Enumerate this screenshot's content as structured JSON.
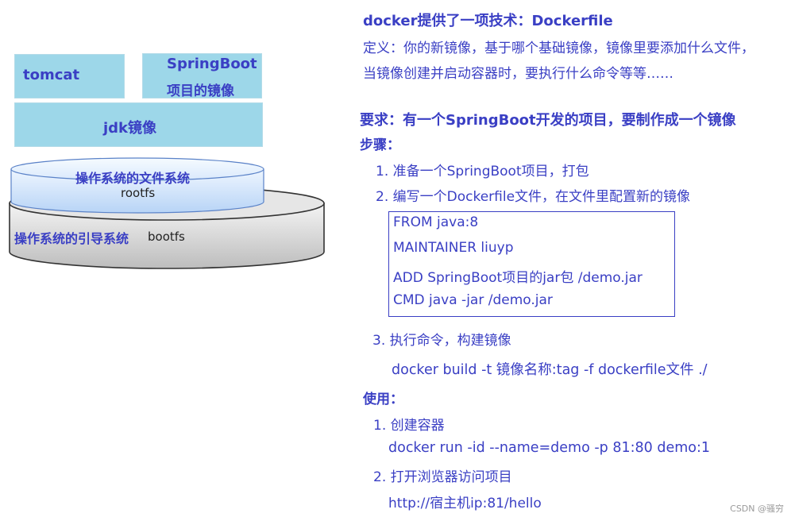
{
  "diagram": {
    "tomcat": "tomcat",
    "springboot_line1": "SpringBoot",
    "springboot_line2": "项目的镜像",
    "jdk": "jdk镜像",
    "fs": "操作系统的文件系统",
    "rootfs": "rootfs",
    "boot": "操作系统的引导系统",
    "bootfs": "bootfs",
    "colors": {
      "box_fill": "#9dd7e9",
      "text_accent": "#3a3fc4",
      "rootfs_fill": "#cfe3fb",
      "bootfs_fill": "#d7d7d7"
    }
  },
  "content": {
    "title": "docker提供了一项技术：Dockerfile",
    "definition_1": "定义：你的新镜像，基于哪个基础镜像，镜像里要添加什么文件，",
    "definition_2": "当镜像创建并启动容器时，要执行什么命令等等……",
    "requirement": "要求：有一个SpringBoot开发的项目，要制作成一个镜像",
    "steps_title": "步骤：",
    "step1": "1. 准备一个SpringBoot项目，打包",
    "step2": "2. 编写一个Dockerfile文件，在文件里配置新的镜像",
    "dockerfile": [
      "FROM java:8",
      "MAINTAINER  liuyp",
      "ADD SpringBoot项目的jar包  /demo.jar",
      "CMD java -jar /demo.jar"
    ],
    "step3": "3. 执行命令，构建镜像",
    "build_cmd": "docker build -t 镜像名称:tag  -f dockerfile文件  ./",
    "usage_title": "使用：",
    "use1": "1. 创建容器",
    "run_cmd": "docker run -id --name=demo -p 81:80 demo:1",
    "use2": "2. 打开浏览器访问项目",
    "url": "http://宿主机ip:81/hello"
  },
  "watermark": "CSDN @骚穷"
}
